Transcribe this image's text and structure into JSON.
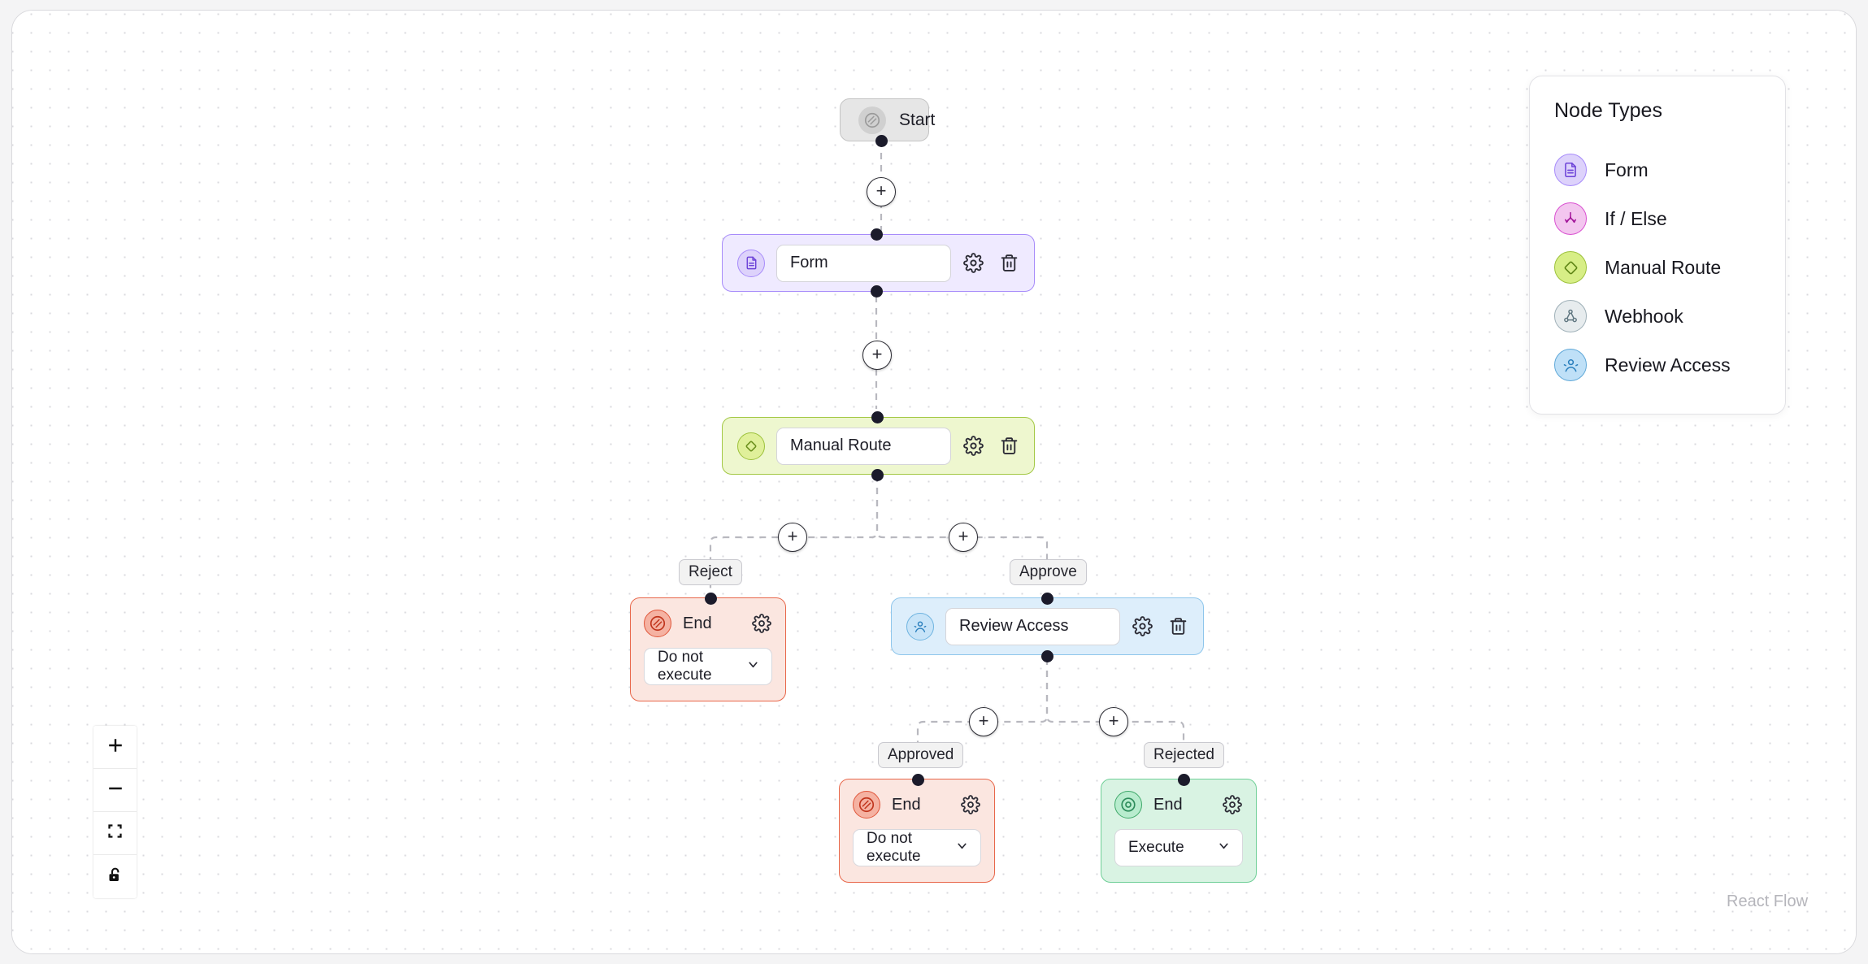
{
  "canvas": {
    "attribution": "React Flow"
  },
  "nodes": {
    "start": {
      "title": "Start",
      "icon": "prohibited-icon"
    },
    "form": {
      "name": "Form",
      "icon": "document-icon",
      "settings_icon": "gear-icon",
      "delete_icon": "trash-icon"
    },
    "manual_route": {
      "name": "Manual Route",
      "icon": "diamond-icon",
      "settings_icon": "gear-icon",
      "delete_icon": "trash-icon"
    },
    "review_access": {
      "name": "Review Access",
      "icon": "person-icon",
      "settings_icon": "gear-icon",
      "delete_icon": "trash-icon"
    },
    "end_reject": {
      "label": "End",
      "icon": "prohibited-icon",
      "action": "Do not execute",
      "settings_icon": "gear-icon",
      "chevron": "chevron-down-icon"
    },
    "end_approved": {
      "label": "End",
      "icon": "prohibited-icon",
      "action": "Do not execute",
      "settings_icon": "gear-icon",
      "chevron": "chevron-down-icon"
    },
    "end_rejected": {
      "label": "End",
      "icon": "circle-dot-icon",
      "action": "Execute",
      "settings_icon": "gear-icon",
      "chevron": "chevron-down-icon"
    }
  },
  "edge_labels": {
    "reject": "Reject",
    "approve": "Approve",
    "approved": "Approved",
    "rejected": "Rejected"
  },
  "add_buttons": {
    "symbol": "+",
    "start_to_form": "+",
    "form_to_route": "+",
    "route_reject": "+",
    "route_approve": "+",
    "review_approved": "+",
    "review_rejected": "+"
  },
  "legend": {
    "title": "Node Types",
    "items": [
      {
        "label": "Form",
        "icon": "document-icon",
        "color": "#a78bfa"
      },
      {
        "label": "If / Else",
        "icon": "branch-icon",
        "color": "#d94fd0"
      },
      {
        "label": "Manual Route",
        "icon": "diamond-icon",
        "color": "#9cc13a"
      },
      {
        "label": "Webhook",
        "icon": "webhook-icon",
        "color": "#9fb0b8"
      },
      {
        "label": "Review Access",
        "icon": "person-icon",
        "color": "#5fa8d8"
      }
    ]
  },
  "controls": {
    "zoom_in": "zoom-in-icon",
    "zoom_out": "zoom-out-icon",
    "fit_view": "fit-view-icon",
    "lock": "unlock-icon"
  }
}
